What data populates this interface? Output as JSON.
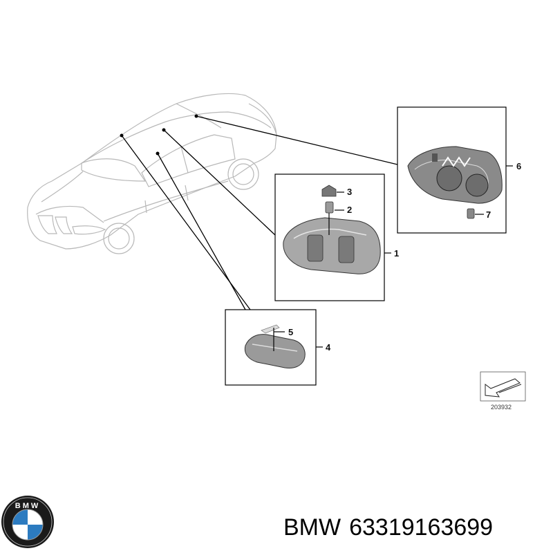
{
  "callouts": {
    "c1": "1",
    "c2": "2",
    "c3": "3",
    "c4": "4",
    "c5": "5",
    "c6": "6",
    "c7": "7"
  },
  "reference_code": "203932",
  "logo": {
    "text": "BMW",
    "name": "bmw-roundel-logo"
  },
  "footer": {
    "brand": "BMW",
    "part_number": "63319163699"
  },
  "colors": {
    "line": "#000000",
    "car_outline": "#b8b8b8",
    "part_fill": "#9a9a9a",
    "logo_blue": "#2c7bc0"
  }
}
